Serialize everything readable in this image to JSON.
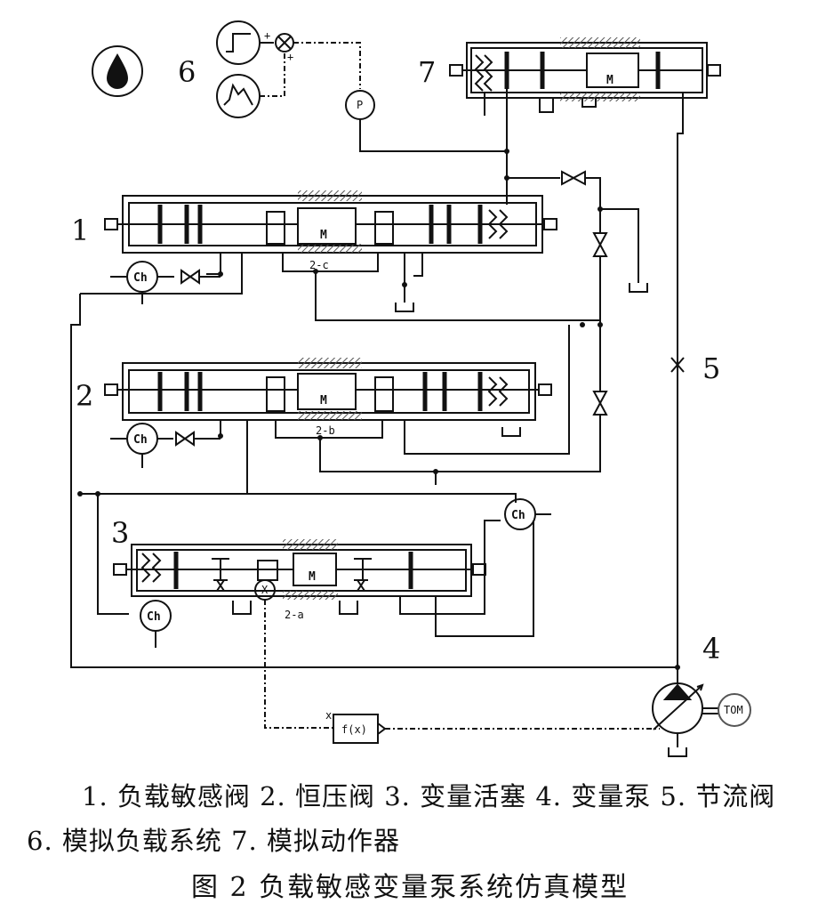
{
  "diagram": {
    "component_numbers": [
      "1",
      "2",
      "3",
      "4",
      "5",
      "6",
      "7"
    ],
    "sub_labels": [
      "2-c",
      "2-b",
      "2-a"
    ],
    "motor_label": "M",
    "ch_label": "Ch",
    "pressure_sensor_label": "P",
    "multiplier_label": "X",
    "function_block_label": "f(x)",
    "function_input_label": "x",
    "tom_label": "TOM",
    "summer_plus": "+"
  },
  "legend": {
    "line1": "1. 负载敏感阀 2. 恒压阀 3. 变量活塞 4. 变量泵 5. 节流阀",
    "line2": "6. 模拟负载系统 7. 模拟动作器"
  },
  "caption": "图 2 负载敏感变量泵系统仿真模型",
  "colors": {
    "line": "#111111",
    "hatch": "#555555",
    "background": "#ffffff"
  }
}
